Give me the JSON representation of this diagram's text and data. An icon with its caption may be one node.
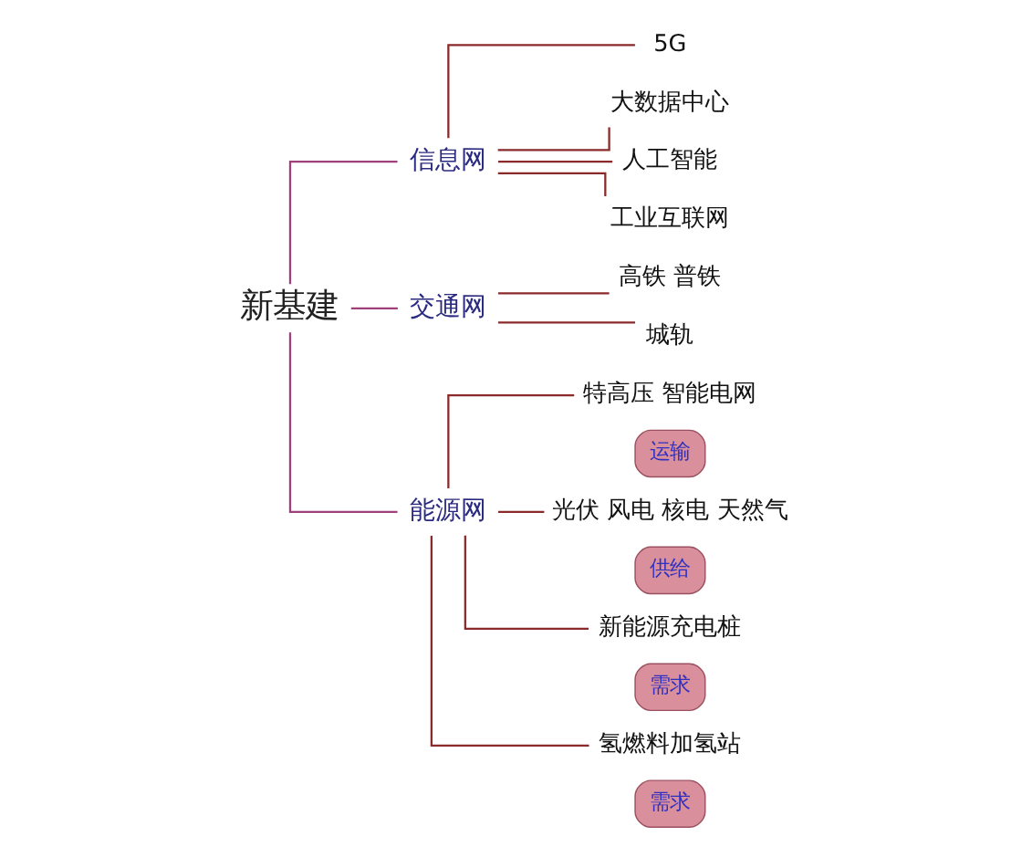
{
  "diagram": {
    "nodes": [
      {
        "text": [
          "新基建"
        ]
      },
      {
        "text": [
          "信息网"
        ]
      },
      {
        "text": [
          "5G"
        ]
      },
      {
        "text": [
          "大数据中心"
        ]
      },
      {
        "text": [
          "人工智能"
        ]
      },
      {
        "text": [
          "工业互联网"
        ]
      },
      {
        "text": [
          "交通网"
        ]
      },
      {
        "text": [
          "高铁 普铁"
        ]
      },
      {
        "text": [
          "城轨"
        ]
      },
      {
        "text": [
          "能源网"
        ]
      },
      {
        "text": [
          "特高压 智能电网"
        ]
      },
      {
        "text": [
          "运输"
        ]
      },
      {
        "text": [
          "光伏 风电 核电 天然气"
        ]
      },
      {
        "text": [
          "供给"
        ]
      },
      {
        "text": [
          "新能源充电桩"
        ]
      },
      {
        "text": [
          "需求"
        ]
      },
      {
        "text": [
          "氢燃料加氢站"
        ]
      },
      {
        "text": [
          "需求"
        ]
      }
    ],
    "edges": [
      {
        "from": 0,
        "to": 1,
        "arrow": "none",
        "color": "#a0407a"
      },
      {
        "from": 0,
        "to": 6,
        "arrow": "none",
        "color": "#a0407a"
      },
      {
        "from": 0,
        "to": 9,
        "arrow": "none",
        "color": "#a0407a"
      },
      {
        "from": 1,
        "to": 2,
        "arrow": "none"
      },
      {
        "from": 1,
        "to": 3,
        "arrow": "none"
      },
      {
        "from": 1,
        "to": 4,
        "arrow": "none"
      },
      {
        "from": 1,
        "to": 5,
        "arrow": "none"
      },
      {
        "from": 6,
        "to": 7,
        "arrow": "none"
      },
      {
        "from": 6,
        "to": 8,
        "arrow": "none"
      },
      {
        "from": 9,
        "to": 10,
        "arrow": "none"
      },
      {
        "from": 9,
        "to": 12,
        "arrow": "none"
      },
      {
        "from": 9,
        "to": 14,
        "arrow": "none"
      },
      {
        "from": 9,
        "to": 16,
        "arrow": "none"
      }
    ]
  }
}
